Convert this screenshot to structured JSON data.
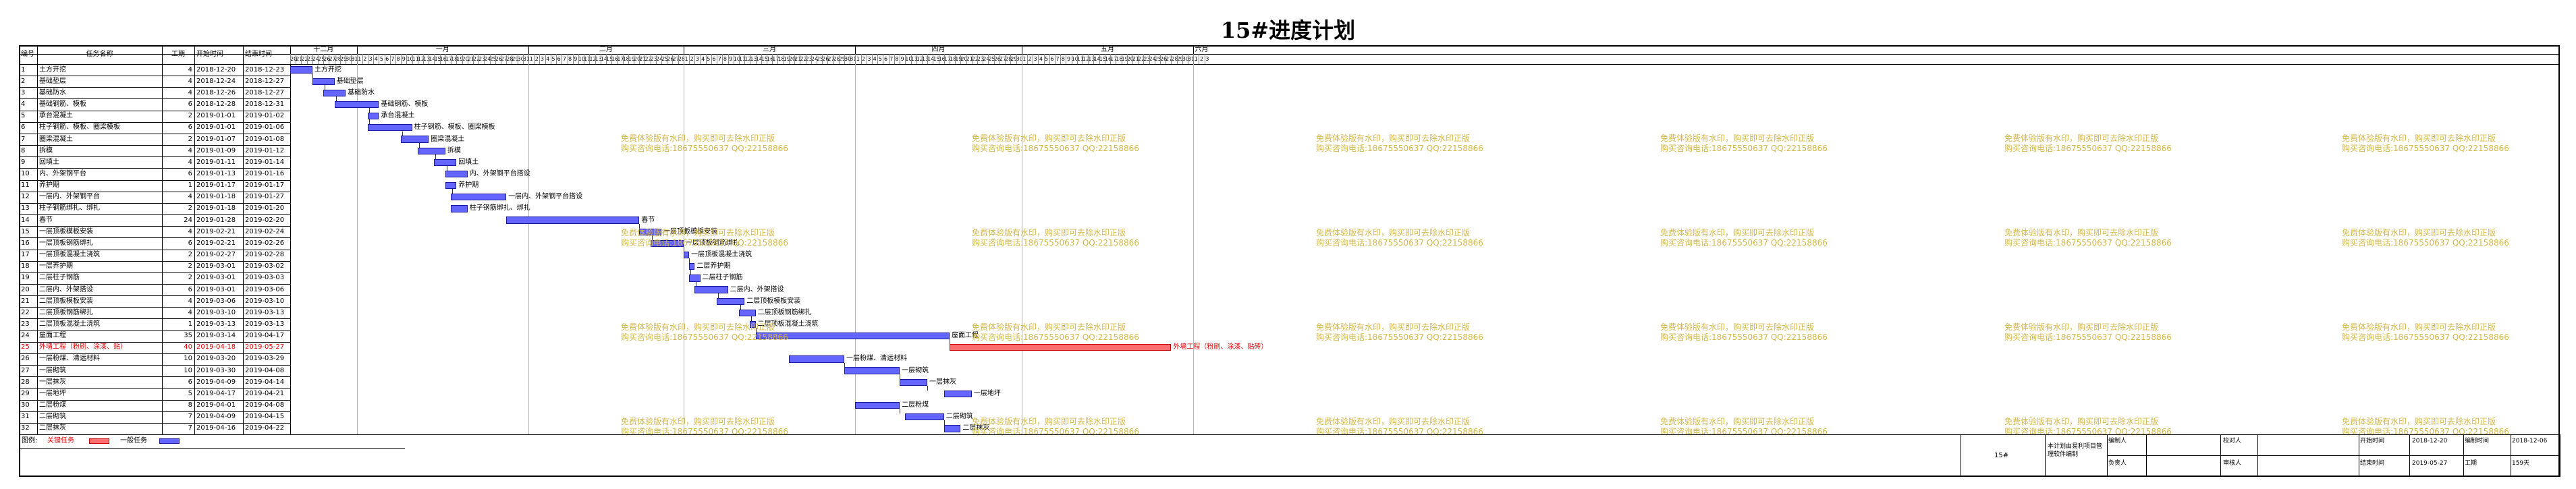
{
  "title": "15#进度计划",
  "table_headers": {
    "no": "编号",
    "name": "任务名称",
    "dur": "工期",
    "start": "开始时间",
    "end": "结束时间"
  },
  "months": [
    {
      "label": "十二月",
      "days": [
        20,
        21,
        22,
        23,
        24,
        25,
        26,
        27,
        28,
        29,
        30,
        31
      ]
    },
    {
      "label": "一月",
      "days": [
        1,
        2,
        3,
        4,
        5,
        6,
        7,
        8,
        9,
        10,
        11,
        12,
        13,
        14,
        15,
        16,
        17,
        18,
        19,
        20,
        21,
        22,
        23,
        24,
        25,
        26,
        27,
        28,
        29,
        30,
        31
      ]
    },
    {
      "label": "二月",
      "days": [
        1,
        2,
        3,
        4,
        5,
        6,
        7,
        8,
        9,
        10,
        11,
        12,
        13,
        14,
        15,
        16,
        17,
        18,
        19,
        20,
        21,
        22,
        23,
        24,
        25,
        26,
        27,
        28
      ]
    },
    {
      "label": "三月",
      "days": [
        1,
        2,
        3,
        4,
        5,
        6,
        7,
        8,
        9,
        10,
        11,
        12,
        13,
        14,
        15,
        16,
        17,
        18,
        19,
        20,
        21,
        22,
        23,
        24,
        25,
        26,
        27,
        28,
        29,
        30,
        31
      ]
    },
    {
      "label": "四月",
      "days": [
        1,
        2,
        3,
        4,
        5,
        6,
        7,
        8,
        9,
        10,
        11,
        12,
        13,
        14,
        15,
        16,
        17,
        18,
        19,
        20,
        21,
        22,
        23,
        24,
        25,
        26,
        27,
        28,
        29,
        30
      ]
    },
    {
      "label": "五月",
      "days": [
        1,
        2,
        3,
        4,
        5,
        6,
        7,
        8,
        9,
        10,
        11,
        12,
        13,
        14,
        15,
        16,
        17,
        18,
        19,
        20,
        21,
        22,
        23,
        24,
        25,
        26,
        27,
        28,
        29,
        30,
        31
      ]
    },
    {
      "label": "六月",
      "days": [
        1,
        2,
        3
      ]
    }
  ],
  "tasks": [
    {
      "no": "1",
      "name": "土方开挖",
      "dur": "4",
      "start": "2018-12-20",
      "end": "2018-12-23",
      "s": 0,
      "d": 4,
      "label": "土方开挖"
    },
    {
      "no": "2",
      "name": "基础垫层",
      "dur": "4",
      "start": "2018-12-24",
      "end": "2018-12-27",
      "s": 4,
      "d": 4,
      "label": "基础垫层"
    },
    {
      "no": "3",
      "name": "基础防水",
      "dur": "4",
      "start": "2018-12-26",
      "end": "2018-12-27",
      "s": 6,
      "d": 4,
      "label": "基础防水"
    },
    {
      "no": "4",
      "name": "基础钢筋、模板",
      "dur": "6",
      "start": "2018-12-28",
      "end": "2018-12-31",
      "s": 8,
      "d": 8,
      "label": "基础钢筋、模板"
    },
    {
      "no": "5",
      "name": "承台混凝土",
      "dur": "2",
      "start": "2019-01-01",
      "end": "2019-01-02",
      "s": 14,
      "d": 2,
      "label": "承台混凝土"
    },
    {
      "no": "6",
      "name": "柱子钢筋、模板、圈梁模板",
      "dur": "6",
      "start": "2019-01-01",
      "end": "2019-01-06",
      "s": 14,
      "d": 8,
      "label": "柱子钢筋、模板、圈梁模板"
    },
    {
      "no": "7",
      "name": "圈梁混凝土",
      "dur": "2",
      "start": "2019-01-07",
      "end": "2019-01-08",
      "s": 20,
      "d": 5,
      "label": "圈梁混凝土"
    },
    {
      "no": "8",
      "name": "拆模",
      "dur": "4",
      "start": "2019-01-09",
      "end": "2019-01-12",
      "s": 23,
      "d": 5,
      "label": "拆模"
    },
    {
      "no": "9",
      "name": "回填土",
      "dur": "4",
      "start": "2019-01-11",
      "end": "2019-01-14",
      "s": 26,
      "d": 4,
      "label": "回填土"
    },
    {
      "no": "10",
      "name": "内、外架钢平台",
      "dur": "6",
      "start": "2019-01-13",
      "end": "2019-01-16",
      "s": 28,
      "d": 4,
      "label": "内、外架钢平台搭设"
    },
    {
      "no": "11",
      "name": "养护期",
      "dur": "1",
      "start": "2019-01-17",
      "end": "2019-01-17",
      "s": 28,
      "d": 2,
      "label": "养护期"
    },
    {
      "no": "12",
      "name": "一层内、外架钢平台",
      "dur": "4",
      "start": "2019-01-18",
      "end": "2019-01-27",
      "s": 29,
      "d": 10,
      "label": "一层内、外架钢平台搭设"
    },
    {
      "no": "13",
      "name": "柱子钢筋绑扎、绑扎",
      "dur": "2",
      "start": "2019-01-18",
      "end": "2019-01-20",
      "s": 29,
      "d": 3,
      "label": "柱子钢筋绑扎、绑扎"
    },
    {
      "no": "14",
      "name": "春节",
      "dur": "24",
      "start": "2019-01-28",
      "end": "2019-02-20",
      "s": 39,
      "d": 24,
      "label": "春节"
    },
    {
      "no": "15",
      "name": "一层顶板模板安装",
      "dur": "4",
      "start": "2019-02-21",
      "end": "2019-02-24",
      "s": 63,
      "d": 4,
      "label": "一层顶板模板安装"
    },
    {
      "no": "16",
      "name": "一层顶板钢筋绑扎",
      "dur": "6",
      "start": "2019-02-21",
      "end": "2019-02-26",
      "s": 65,
      "d": 6,
      "label": "一层顶板钢筋绑扎"
    },
    {
      "no": "17",
      "name": "一层顶板混凝土浇筑",
      "dur": "2",
      "start": "2019-02-27",
      "end": "2019-02-28",
      "s": 71,
      "d": 1,
      "label": "一层顶板混凝土浇筑"
    },
    {
      "no": "18",
      "name": "一层养护期",
      "dur": "2",
      "start": "2019-03-01",
      "end": "2019-03-02",
      "s": 72,
      "d": 1,
      "label": "二层养护期"
    },
    {
      "no": "19",
      "name": "二层柱子钢筋",
      "dur": "2",
      "start": "2019-03-01",
      "end": "2019-03-03",
      "s": 72,
      "d": 2,
      "label": "二层柱子钢筋"
    },
    {
      "no": "20",
      "name": "二层内、外架搭设",
      "dur": "6",
      "start": "2019-03-01",
      "end": "2019-03-06",
      "s": 73,
      "d": 6,
      "label": "二层内、外架搭设"
    },
    {
      "no": "21",
      "name": "二层顶板模板安装",
      "dur": "4",
      "start": "2019-03-06",
      "end": "2019-03-10",
      "s": 77,
      "d": 5,
      "label": "二层顶板模板安装"
    },
    {
      "no": "22",
      "name": "二层顶板钢筋绑扎",
      "dur": "4",
      "start": "2019-03-10",
      "end": "2019-03-13",
      "s": 81,
      "d": 3,
      "label": "二层顶板钢筋绑扎"
    },
    {
      "no": "23",
      "name": "二层顶板混凝土浇筑",
      "dur": "1",
      "start": "2019-03-13",
      "end": "2019-03-13",
      "s": 83,
      "d": 1,
      "label": "二层顶板混凝土浇筑"
    },
    {
      "no": "24",
      "name": "屋面工程",
      "dur": "35",
      "start": "2019-03-14",
      "end": "2019-04-17",
      "s": 84,
      "d": 35,
      "label": "屋面工程"
    },
    {
      "no": "25",
      "name": "外墙工程（粉刷、涂漆、贴）",
      "dur": "40",
      "start": "2019-04-18",
      "end": "2019-05-27",
      "s": 119,
      "d": 40,
      "label": "外墙工程（粉刷、涂漆、贴砖）",
      "crit": true
    },
    {
      "no": "26",
      "name": "一层粉煤、清运材料",
      "dur": "10",
      "start": "2019-03-20",
      "end": "2019-03-29",
      "s": 90,
      "d": 10,
      "label": "一层粉煤、清运材料"
    },
    {
      "no": "27",
      "name": "一层砌筑",
      "dur": "10",
      "start": "2019-03-30",
      "end": "2019-04-08",
      "s": 100,
      "d": 10,
      "label": "一层砌筑"
    },
    {
      "no": "28",
      "name": "一层抹灰",
      "dur": "6",
      "start": "2019-04-09",
      "end": "2019-04-14",
      "s": 110,
      "d": 5,
      "label": "一层抹灰"
    },
    {
      "no": "29",
      "name": "一层地坪",
      "dur": "5",
      "start": "2019-04-17",
      "end": "2019-04-21",
      "s": 118,
      "d": 5,
      "label": "一层地坪"
    },
    {
      "no": "30",
      "name": "二层粉煤",
      "dur": "8",
      "start": "2019-04-01",
      "end": "2019-04-08",
      "s": 102,
      "d": 8,
      "label": "二层粉煤"
    },
    {
      "no": "31",
      "name": "二层砌筑",
      "dur": "7",
      "start": "2019-04-09",
      "end": "2019-04-15",
      "s": 111,
      "d": 7,
      "label": "二层砌筑"
    },
    {
      "no": "32",
      "name": "二层抹灰",
      "dur": "7",
      "start": "2019-04-16",
      "end": "2019-04-22",
      "s": 118,
      "d": 3,
      "label": "二层抹灰"
    }
  ],
  "legend": {
    "label": "图例:",
    "critical": "关键任务",
    "normal": "一般任务"
  },
  "watermark": {
    "line1": "免费体验版有水印，购买即可去除水印正版",
    "line2": "购买咨询电话:18675550637 QQ:22158866"
  },
  "footer": {
    "page": "15#",
    "software": "本计划由易利项目管理软件编制",
    "maker_label": "编制人",
    "maker": "",
    "checker_label": "校对人",
    "checker": "",
    "approver_label": "审核人",
    "approver": "",
    "owner_label": "负责人",
    "owner": "",
    "start_label": "开始时间",
    "start": "2018-12-20",
    "end_label": "结束时间",
    "end": "2019-05-27",
    "date_label": "编制时间",
    "date": "2018-12-06",
    "dur_label": "工期",
    "dur": "159天"
  },
  "colors": {
    "normal_bar": "#6464ff",
    "critical_bar": "#ff6e6e",
    "critical_text": "#e00000",
    "watermark": "#d4b84a"
  }
}
